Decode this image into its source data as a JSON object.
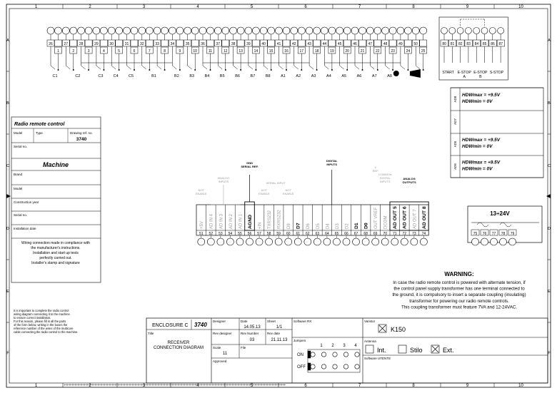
{
  "border": {
    "columns": [
      "1",
      "2",
      "3",
      "4",
      "5",
      "6",
      "7",
      "8",
      "9",
      "10"
    ],
    "rows": [
      "A",
      "B",
      "C",
      "D",
      "E",
      "F"
    ]
  },
  "top_terminals": {
    "upper_numbers": [
      "26",
      "27",
      "28",
      "29",
      "30",
      "31",
      "32",
      "33",
      "34",
      "35",
      "36",
      "37",
      "38",
      "39",
      "40",
      "41",
      "42",
      "43",
      "44",
      "45",
      "46",
      "47",
      "48",
      "49",
      "50"
    ],
    "lower_numbers": [
      "1",
      "2",
      "3",
      "4",
      "5",
      "6",
      "7",
      "8",
      "9",
      "10",
      "11",
      "12",
      "13",
      "14",
      "15",
      "16",
      "17",
      "18",
      "19",
      "20",
      "21",
      "22",
      "23",
      "24",
      "25"
    ],
    "labels": [
      "C1",
      "C2",
      "C3",
      "C4",
      "C5",
      "B1",
      "B2",
      "B3",
      "B4",
      "B5",
      "B6",
      "B7",
      "B8",
      "A1",
      "A2",
      "A3",
      "A4",
      "A5",
      "A6",
      "A7",
      "A8"
    ]
  },
  "stop_block": {
    "numbers": [
      "80",
      "81",
      "82",
      "83",
      "84",
      "85",
      "86",
      "87"
    ],
    "labels": [
      "START",
      "E-STOP\nA",
      "E-STOP\nB",
      "S-STOP"
    ]
  },
  "hdw_panel": {
    "rows": [
      {
        "id": "AD8",
        "max": "HDWmax = +9.5V",
        "min": "HDWmin =      0V"
      },
      {
        "id": "AD7",
        "max": "",
        "min": ""
      },
      {
        "id": "AD5",
        "max": "HDWmax = +9.5V",
        "min": "HDWmin =      0V"
      },
      {
        "id": "AD6",
        "max": "HDWmax = +9.5V",
        "min": "HDWmin =      0V"
      }
    ]
  },
  "info_box": {
    "title": "Radio remote control",
    "model_label": "Model",
    "type_label": "Type",
    "drawing_label": "Drawing ref. no.",
    "drawing_no": "3740",
    "serial_label": "Serial no.",
    "machine_title": "Machine",
    "brand_label": "Brand",
    "model2_label": "Model",
    "construction_label": "Construction year",
    "serial2_label": "Serial no.",
    "install_label": "Installation date",
    "wiring_note": "Wiring connection made in compliance with\nthe manufacturer's instructions.\nInstallation and start up tests\nperfectly carried out.\nInstaller's stamp and signature",
    "important_note": "It is important to complete the radio control\nwiring diagram connecting it to the machine\nto ensure correct installation.\nFor this reason, please fill in all the parts\nof the form below, writing in the boxes the\nreference number of the wires of the multicore\ncable connecting the radio control to the machine."
  },
  "io_strip": {
    "header_labels": [
      {
        "text": "GND\nSERIAL REF.",
        "dark": true
      },
      {
        "text": "ANALOG\nINPUTS",
        "dark": false
      },
      {
        "text": "NOT\nENABLE",
        "dark": false
      },
      {
        "text": "SERIAL INPUT",
        "dark": false
      },
      {
        "text": "NOT\nENABLE",
        "dark": false
      },
      {
        "text": "NOT\nENABLE",
        "dark": false
      },
      {
        "text": "DIGITAL\nINPUTS",
        "dark": true
      },
      {
        "text": "V\nREF",
        "dark": false
      },
      {
        "text": "COMMON\nDIGITAL\nINPUTS",
        "dark": false
      },
      {
        "text": "ANALOG\nOUTPUTS",
        "dark": true
      }
    ],
    "terminals": [
      {
        "label": "+5V",
        "num": "51",
        "dark": false
      },
      {
        "label": "AD IN 4",
        "num": "52",
        "dark": false
      },
      {
        "label": "AD IN 3",
        "num": "53",
        "dark": false
      },
      {
        "label": "AD IN 2",
        "num": "54",
        "dark": false
      },
      {
        "label": "AD IN 1",
        "num": "55",
        "dark": false
      },
      {
        "label": "AGND",
        "num": "56",
        "dark": true
      },
      {
        "label": "+IN",
        "num": "57",
        "dark": false
      },
      {
        "label": "TXRS232",
        "num": "58",
        "dark": false
      },
      {
        "label": "RXRS232",
        "num": "59",
        "dark": false
      },
      {
        "label": "D8",
        "num": "60",
        "dark": false
      },
      {
        "label": "D7",
        "num": "61",
        "dark": true
      },
      {
        "label": "D6",
        "num": "62",
        "dark": false
      },
      {
        "label": "D5",
        "num": "63",
        "dark": false
      },
      {
        "label": "D4",
        "num": "64",
        "dark": false
      },
      {
        "label": "D3",
        "num": "65",
        "dark": false
      },
      {
        "label": "D2",
        "num": "66",
        "dark": false
      },
      {
        "label": "D1",
        "num": "67",
        "dark": true
      },
      {
        "label": "D0",
        "num": "68",
        "dark": true
      },
      {
        "label": "OUT VREF",
        "num": "69",
        "dark": false
      },
      {
        "label": "DCOM",
        "num": "70",
        "dark": false
      },
      {
        "label": "AD OUT 5",
        "num": "71",
        "dark": true
      },
      {
        "label": "AD OUT 6",
        "num": "72",
        "dark": true
      },
      {
        "label": "AD OUT 7",
        "num": "73",
        "dark": false
      },
      {
        "label": "AD OUT 8",
        "num": "74",
        "dark": true
      }
    ]
  },
  "power_block": {
    "voltage": "13÷24V",
    "numbers": [
      "75",
      "76",
      "77",
      "78",
      "79"
    ]
  },
  "warning": {
    "title": "WARNING:",
    "text": "In case the radio remote control is powered with alternate tension, if\nthe control panel supply transformer has one terminal connected to\nthe ground, it is compulsory to insert a separate coupling (insulating)\ntransformer for powering our radio remote controls.\nThis coupling transformer must feature 7VA and 12-24VAC."
  },
  "title_block": {
    "enclosure_label": "ENCLOSURE C",
    "enclosure_no": "3740",
    "designer_label": "Designer",
    "date_label": "Date",
    "date_value": "14.05.13",
    "sheet_label": "Sheet",
    "sheet_value": "1/1",
    "title_label": "Title",
    "rev_designer_label": "Rev designer",
    "rev_number_label": "Rev Number",
    "rev_number_value": "03",
    "rev_date_label": "Rev date",
    "rev_date_value": "21.11.13",
    "title_value": "RECEIVER\nCONNECTION DIAGRAM",
    "scale_label": "Scale",
    "scale_value": "11",
    "file_label": "File",
    "approved_label": "Approved",
    "software_rx_label": "Software RX",
    "jumpers_label": "Jumpers",
    "jumper_cols": [
      "1",
      "2",
      "3",
      "4"
    ],
    "on_label": "ON",
    "off_label": "OFF",
    "varistor_label": "Varistor",
    "varistor_value": "K150",
    "antenna_label": "Antenna",
    "antenna_options": [
      {
        "label": "Int.",
        "checked": false
      },
      {
        "label": "Stilo",
        "checked": false
      },
      {
        "label": "Ext.",
        "checked": true
      }
    ],
    "software_utente_label": "Software UTENTE"
  }
}
